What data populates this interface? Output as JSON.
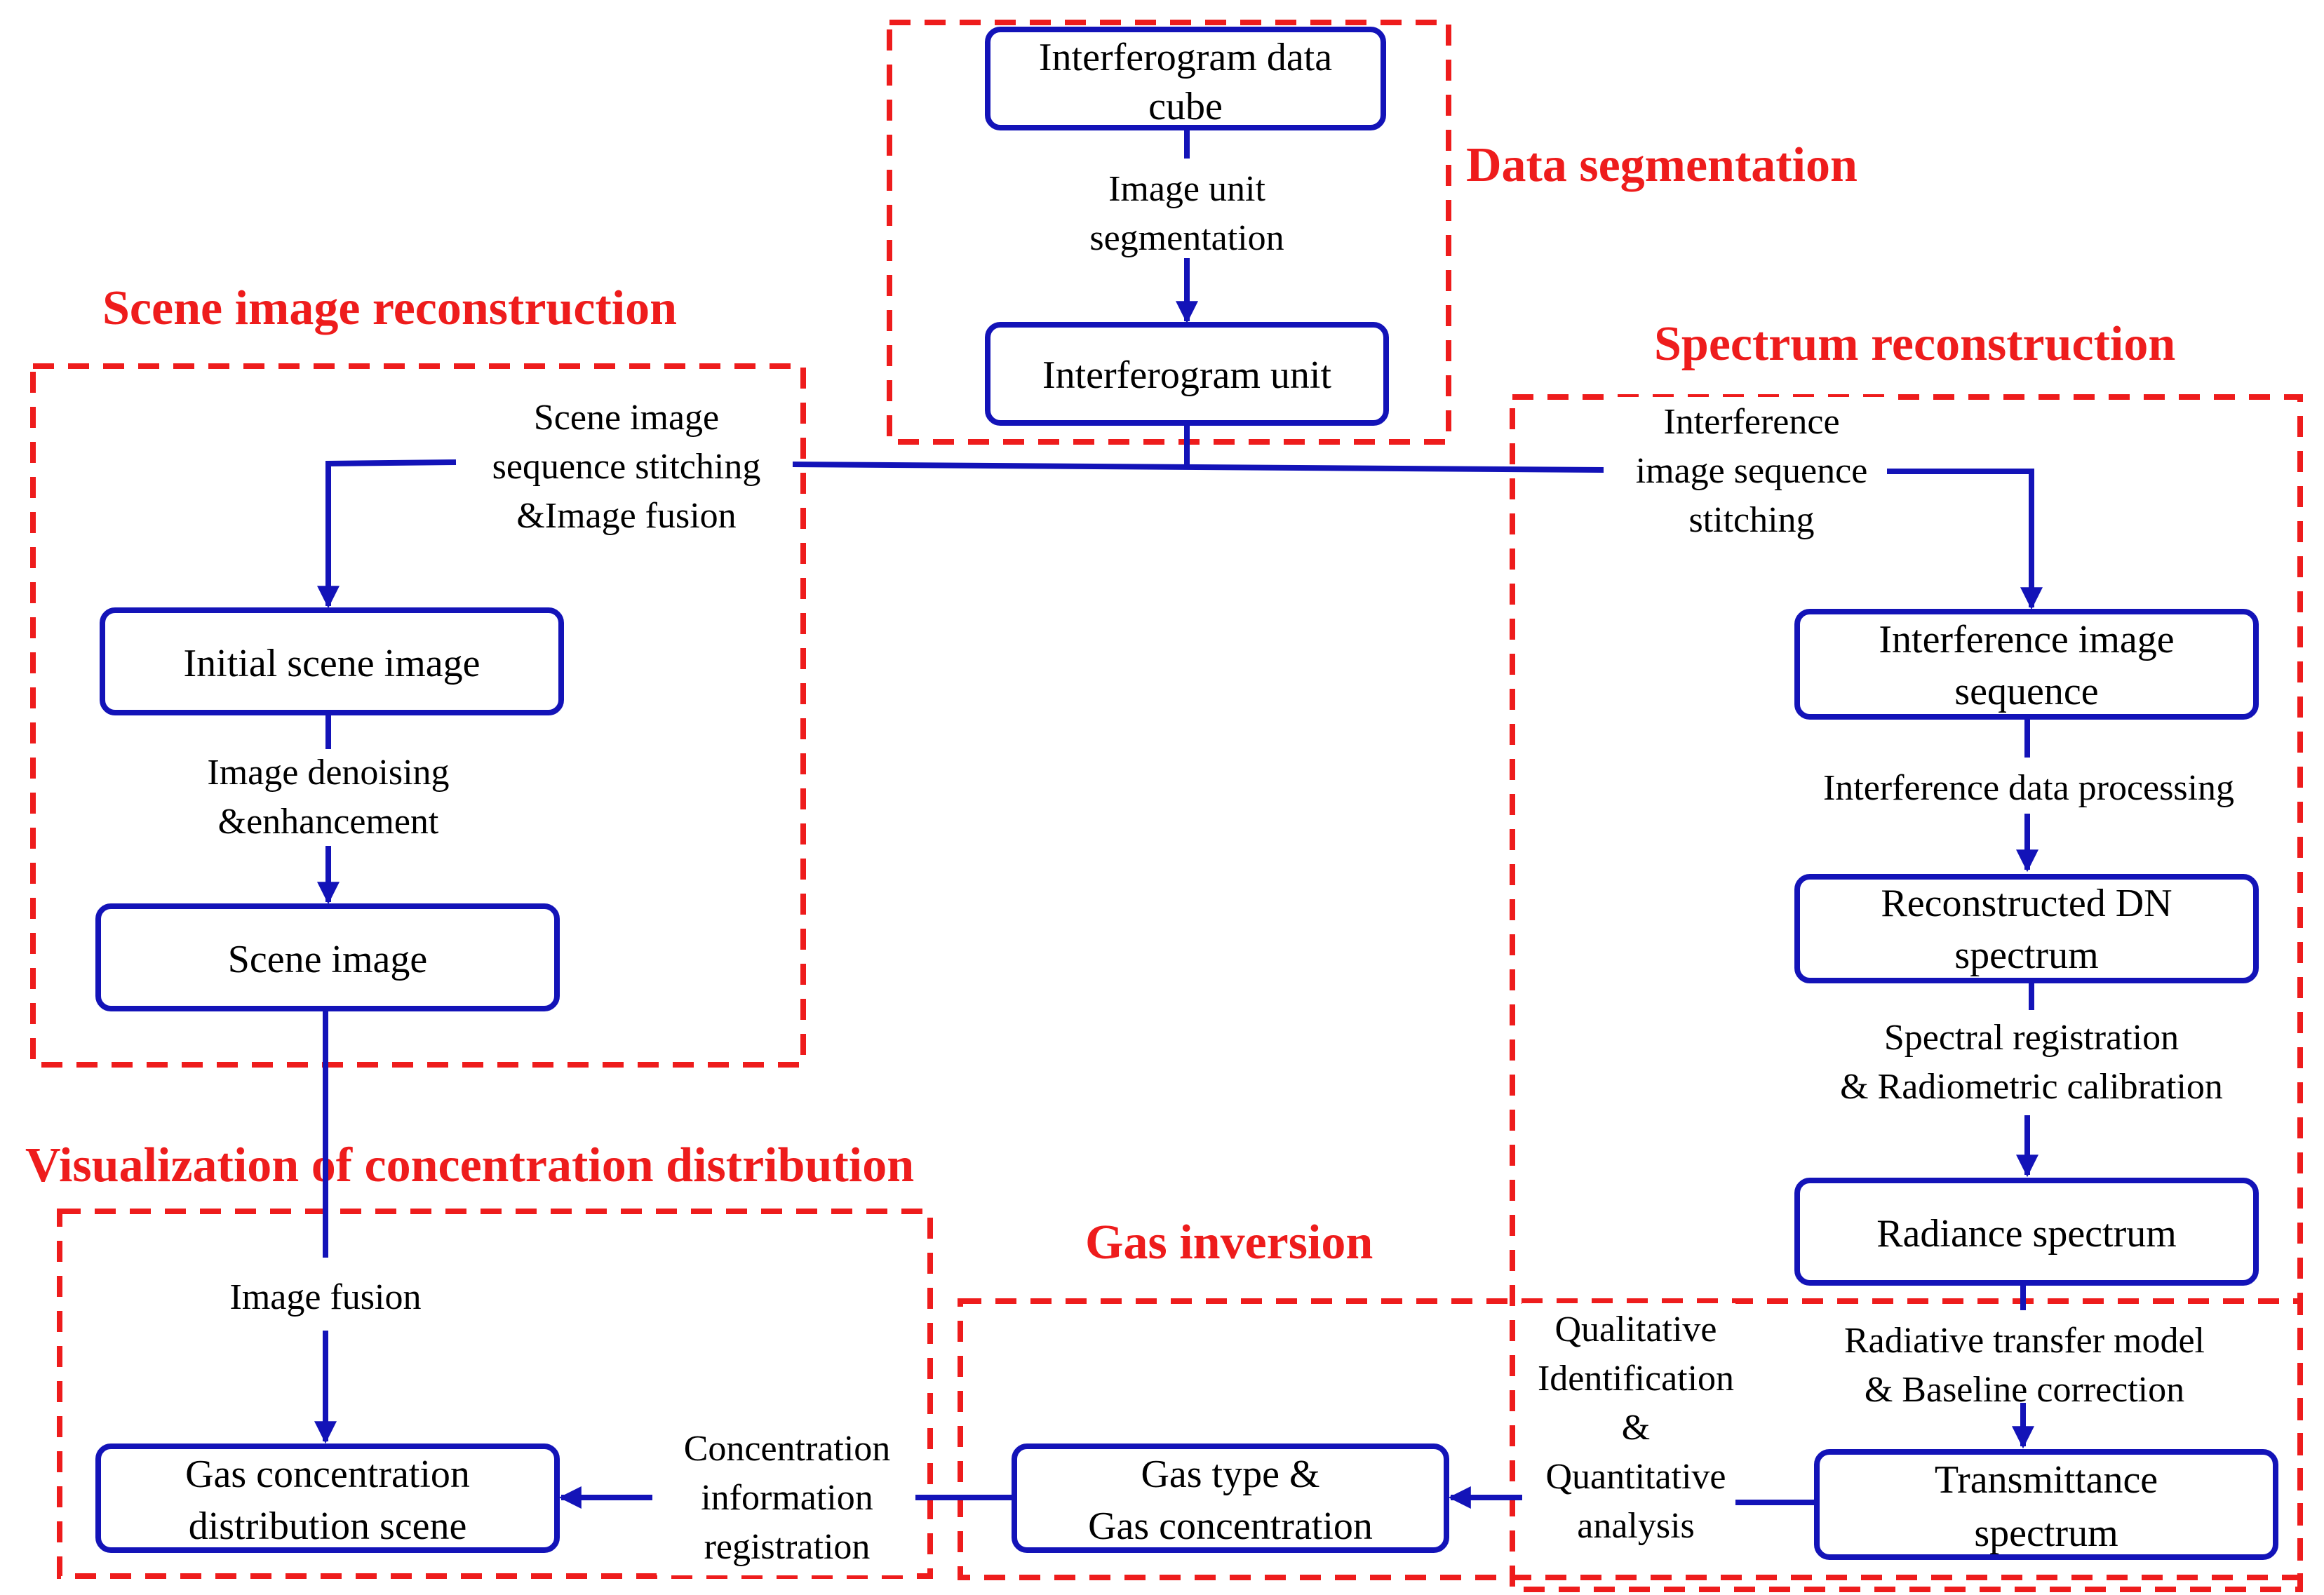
{
  "regions": {
    "data_segmentation": "Data segmentation",
    "scene_image_reconstruction": "Scene image reconstruction",
    "spectrum_reconstruction": "Spectrum reconstruction",
    "visualization": "Visualization of concentration distribution",
    "gas_inversion": "Gas inversion"
  },
  "nodes": {
    "interferogram_data_cube": [
      "Interferogram data",
      "cube"
    ],
    "interferogram_unit": [
      "Interferogram unit"
    ],
    "initial_scene_image": [
      "Initial scene image"
    ],
    "scene_image": [
      "Scene image"
    ],
    "gas_concentration_scene": [
      "Gas concentration",
      "distribution scene"
    ],
    "interference_image_sequence": [
      "Interference image",
      "sequence"
    ],
    "reconstructed_dn_spectrum": [
      "Reconstructed DN",
      "spectrum"
    ],
    "radiance_spectrum": [
      "Radiance spectrum"
    ],
    "transmittance_spectrum": [
      "Transmittance",
      "spectrum"
    ],
    "gas_type_concentration": [
      "Gas type &",
      "Gas concentration"
    ]
  },
  "edges": {
    "image_unit_segmentation": [
      "Image unit",
      "segmentation"
    ],
    "scene_stitching": [
      "Scene image",
      "sequence stitching",
      "&Image fusion"
    ],
    "interference_stitching": [
      "Interference",
      "image sequence",
      "stitching"
    ],
    "denoising": [
      "Image denoising",
      "&enhancement"
    ],
    "interference_processing": [
      "Interference data processing"
    ],
    "spectral_registration": [
      "Spectral registration",
      "& Radiometric calibration"
    ],
    "radiative_transfer": [
      "Radiative transfer model",
      "& Baseline correction"
    ],
    "qualitative": [
      "Qualitative",
      "Identification",
      "&",
      "Quantitative",
      "analysis"
    ],
    "concentration_registration": [
      "Concentration",
      "information",
      "registration"
    ],
    "image_fusion": [
      "Image fusion"
    ]
  },
  "colors": {
    "accent_red": "#ee1c1c",
    "flow_blue": "#1313b8"
  },
  "icons": {
    "arrow_head": "arrow-head-icon"
  }
}
